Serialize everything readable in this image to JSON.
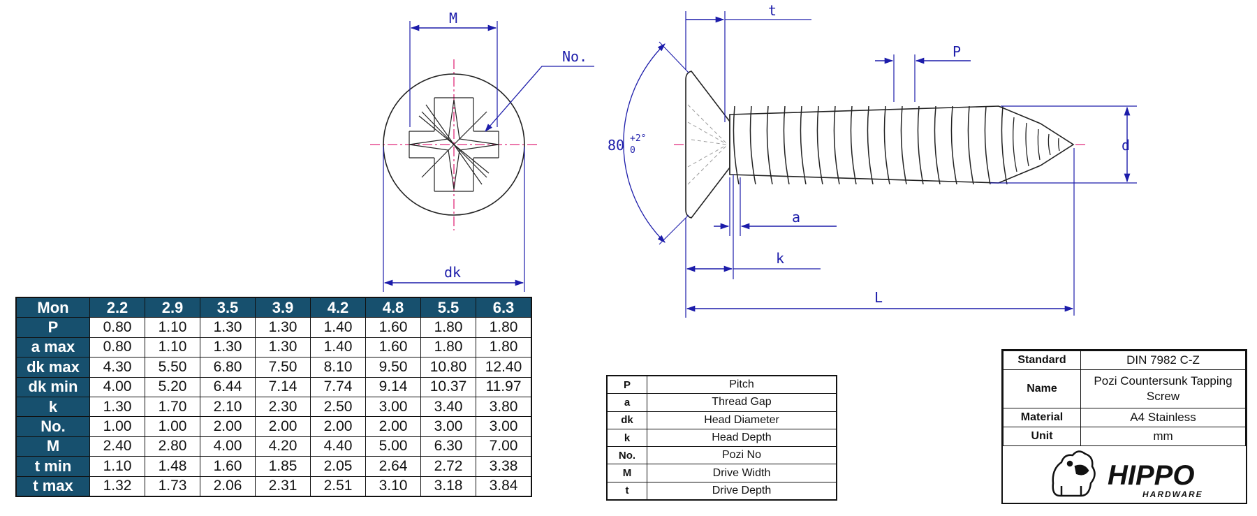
{
  "drawing": {
    "labels": {
      "M": "M",
      "No": "No.",
      "dk": "dk",
      "t": "t",
      "P": "P",
      "d": "d",
      "a": "a",
      "k": "k",
      "L": "L",
      "angle": "80",
      "tol_plus": "+2°",
      "tol_zero": "0"
    },
    "colors": {
      "dimension": "#1c1caa",
      "centerline": "#e0287a",
      "outline": "#222222"
    }
  },
  "spec_table": {
    "header_label": "Mon",
    "sizes": [
      "2.2",
      "2.9",
      "3.5",
      "3.9",
      "4.2",
      "4.8",
      "5.5",
      "6.3"
    ],
    "rows": [
      {
        "label": "P",
        "values": [
          "0.80",
          "1.10",
          "1.30",
          "1.30",
          "1.40",
          "1.60",
          "1.80",
          "1.80"
        ]
      },
      {
        "label": "a max",
        "values": [
          "0.80",
          "1.10",
          "1.30",
          "1.30",
          "1.40",
          "1.60",
          "1.80",
          "1.80"
        ]
      },
      {
        "label": "dk max",
        "values": [
          "4.30",
          "5.50",
          "6.80",
          "7.50",
          "8.10",
          "9.50",
          "10.80",
          "12.40"
        ]
      },
      {
        "label": "dk min",
        "values": [
          "4.00",
          "5.20",
          "6.44",
          "7.14",
          "7.74",
          "9.14",
          "10.37",
          "11.97"
        ]
      },
      {
        "label": "k",
        "values": [
          "1.30",
          "1.70",
          "2.10",
          "2.30",
          "2.50",
          "3.00",
          "3.40",
          "3.80"
        ]
      },
      {
        "label": "No.",
        "values": [
          "1.00",
          "1.00",
          "2.00",
          "2.00",
          "2.00",
          "2.00",
          "3.00",
          "3.00"
        ]
      },
      {
        "label": "M",
        "values": [
          "2.40",
          "2.80",
          "4.00",
          "4.20",
          "4.40",
          "5.00",
          "6.30",
          "7.00"
        ]
      },
      {
        "label": "t min",
        "values": [
          "1.10",
          "1.48",
          "1.60",
          "1.85",
          "2.05",
          "2.64",
          "2.72",
          "3.38"
        ]
      },
      {
        "label": "t max",
        "values": [
          "1.32",
          "1.73",
          "2.06",
          "2.31",
          "2.51",
          "3.10",
          "3.18",
          "3.84"
        ]
      }
    ],
    "header_color": "#17506e"
  },
  "legend": [
    {
      "key": "P",
      "desc": "Pitch"
    },
    {
      "key": "a",
      "desc": "Thread Gap"
    },
    {
      "key": "dk",
      "desc": "Head Diameter"
    },
    {
      "key": "k",
      "desc": "Head Depth"
    },
    {
      "key": "No.",
      "desc": "Pozi No"
    },
    {
      "key": "M",
      "desc": "Drive Width"
    },
    {
      "key": "t",
      "desc": "Drive Depth"
    }
  ],
  "info": {
    "standard_label": "Standard",
    "standard": "DIN 7982 C-Z",
    "name_label": "Name",
    "name": "Pozi Countersunk Tapping Screw",
    "material_label": "Material",
    "material": "A4 Stainless",
    "unit_label": "Unit",
    "unit": "mm",
    "logo_text": "HIPPO",
    "logo_subtext": "HARDWARE",
    "logo_color": "#111111"
  }
}
